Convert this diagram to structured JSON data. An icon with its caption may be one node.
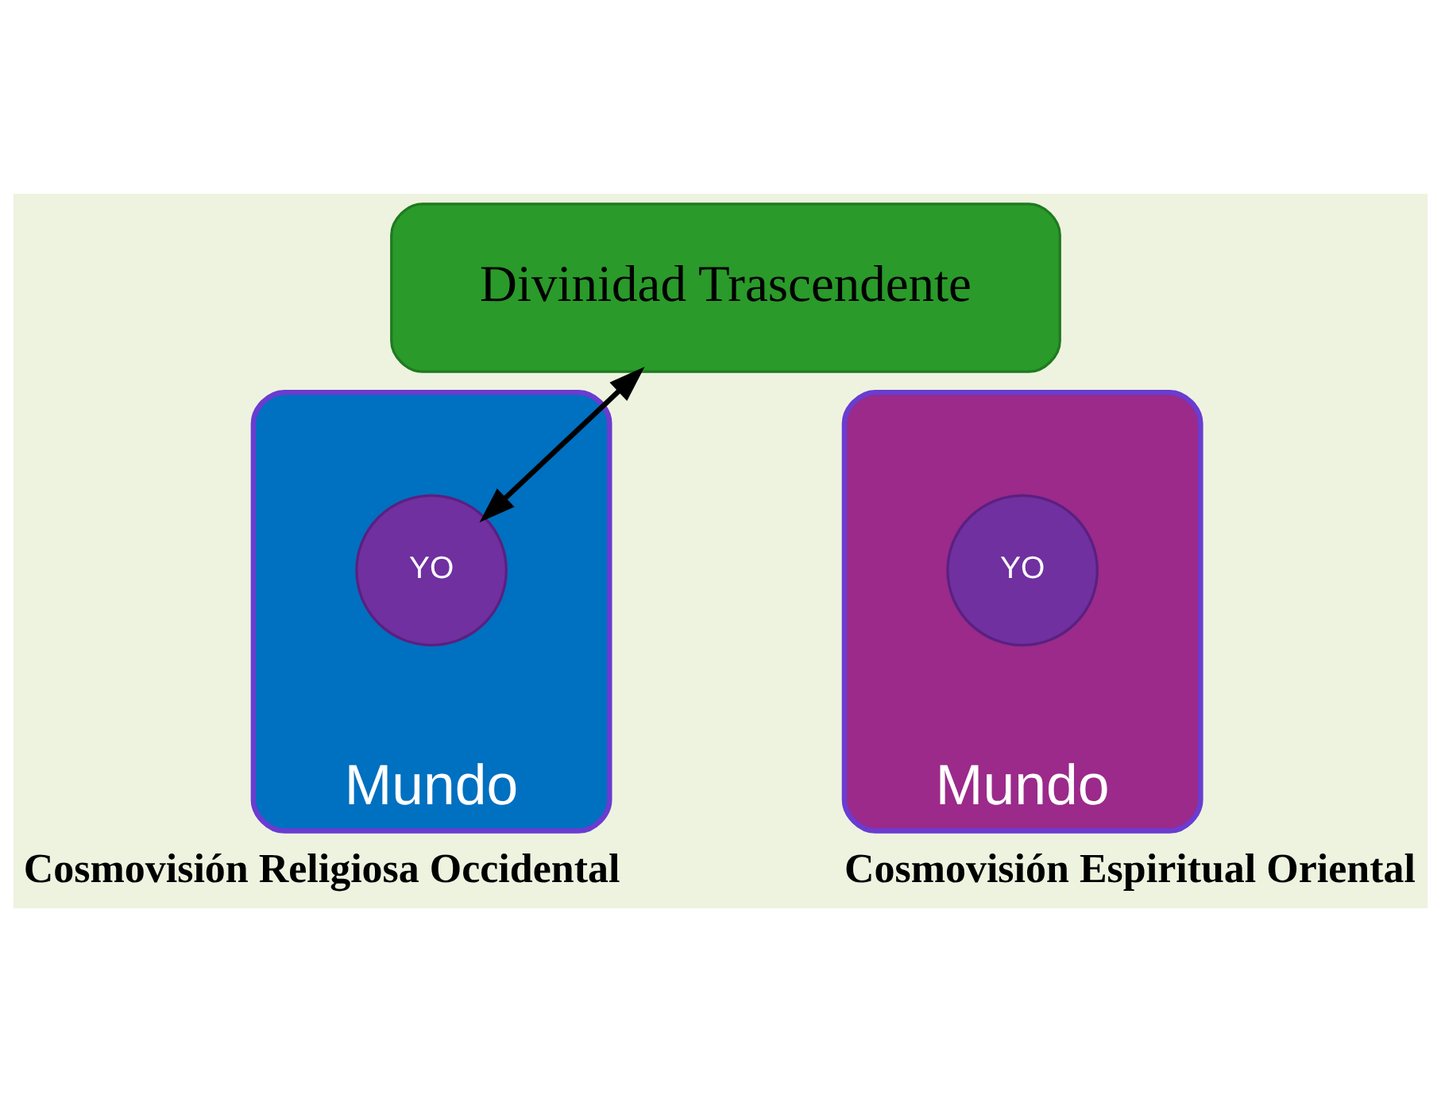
{
  "diagram": {
    "nodes": [
      {
        "text": [
          "Divinidad Trascendente"
        ]
      },
      {
        "text": [
          "Mundo"
        ],
        "beside": [
          "Cosmovisión Religiosa Occidental"
        ]
      },
      {
        "text": [
          "YO"
        ],
        "in": 1
      },
      {
        "text": [
          "Mundo"
        ],
        "beside": [
          "Cosmovisión Espiritual Oriental"
        ]
      },
      {
        "text": [
          "YO"
        ],
        "in": 3
      }
    ],
    "edges": [
      {
        "from": 0,
        "to": 2,
        "arrow": "both"
      }
    ]
  }
}
